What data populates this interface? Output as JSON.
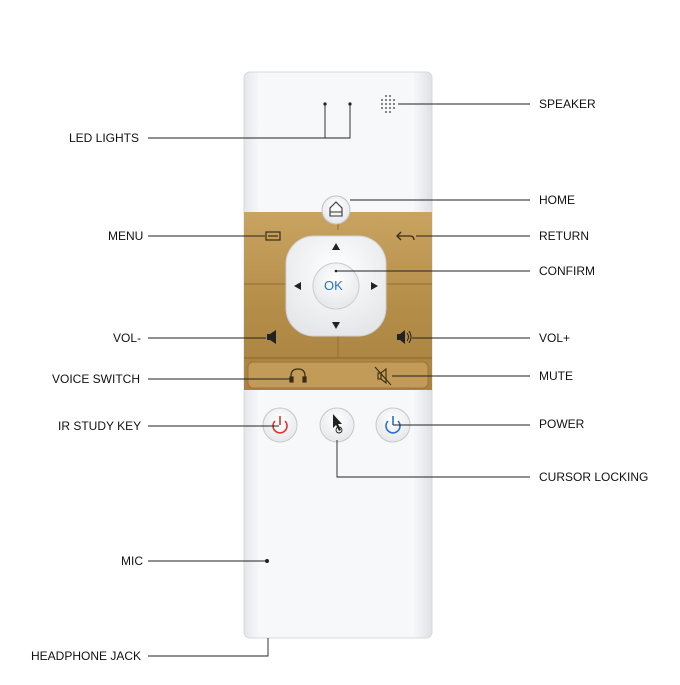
{
  "labels": {
    "speaker": "SPEAKER",
    "led_lights": "LED LIGHTS",
    "home": "HOME",
    "menu": "MENU",
    "return": "RETURN",
    "confirm": "CONFIRM",
    "vol_minus": "VOL-",
    "vol_plus": "VOL+",
    "voice_switch": "VOICE SWITCH",
    "mute": "MUTE",
    "ir_study_key": "IR STUDY KEY",
    "power": "POWER",
    "cursor_locking": "CURSOR LOCKING",
    "mic": "MIC",
    "headphone_jack": "HEADPHONE JACK"
  },
  "buttons": {
    "ok": "OK"
  },
  "colors": {
    "remote_body": "#f6f7f9",
    "gold_panel": "#b8944f",
    "power_red": "#d9362b",
    "power_blue": "#2a6fd1",
    "ok_text": "#2a6fd1"
  },
  "icons": [
    "speaker-grille-icon",
    "home-icon",
    "menu-icon",
    "return-icon",
    "arrow-up-icon",
    "arrow-down-icon",
    "arrow-left-icon",
    "arrow-right-icon",
    "volume-down-icon",
    "volume-up-icon",
    "headphone-icon",
    "mute-icon",
    "power-icon",
    "cursor-icon"
  ]
}
